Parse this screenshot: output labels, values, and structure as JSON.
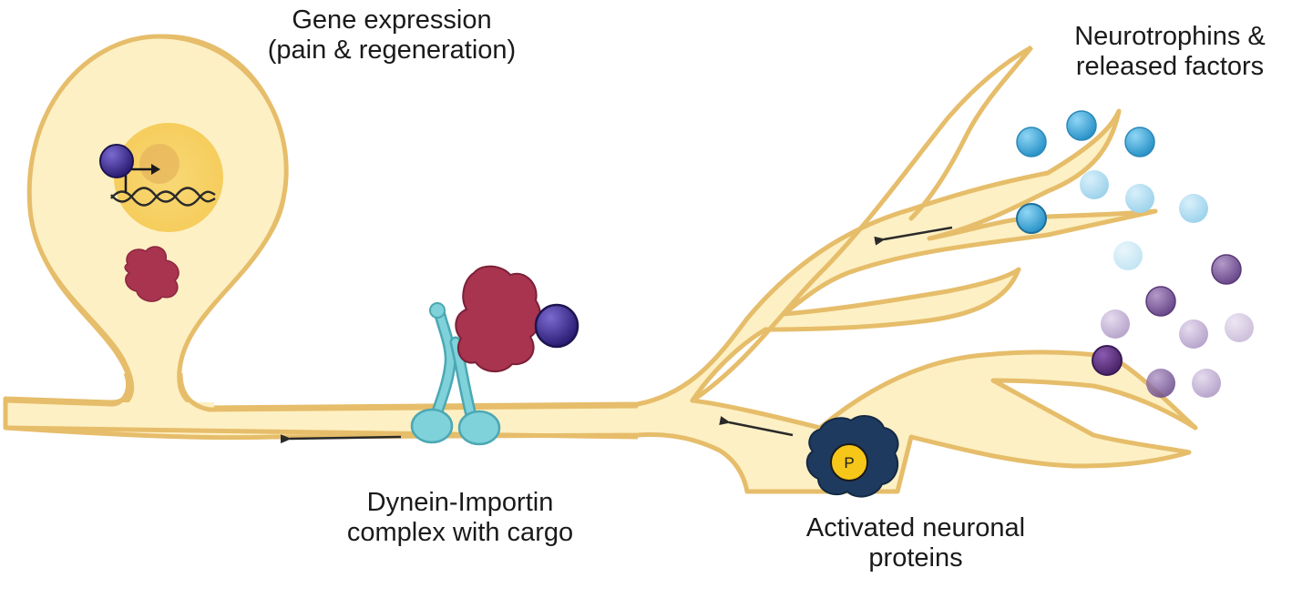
{
  "labels": {
    "gene_expression": {
      "line1": "Gene expression",
      "line2": "(pain & regeneration)"
    },
    "neurotrophins": {
      "line1": "Neurotrophins &",
      "line2": "released factors"
    },
    "dynein": {
      "line1": "Dynein-Importin",
      "line2": "complex with cargo"
    },
    "activated": {
      "line1": "Activated neuronal",
      "line2": "proteins"
    },
    "phospho_symbol": "P"
  },
  "colors": {
    "neuron_fill": "#fdf0c4",
    "neuron_outline": "#e6bd6a",
    "nucleus": "#f7d36b",
    "nucleolus": "#e9b95e",
    "cargo_protein": "#a8344f",
    "importin_ball": "#3b2a8a",
    "dynein": "#6cc5cf",
    "activated_protein": "#1e3a5f",
    "phospho_badge": "#f6c619",
    "factor_blue": "#3aa9d8",
    "factor_purple": "#7d5a9a",
    "arrow": "#2a2a2a"
  },
  "icons": [
    "nucleus-icon",
    "dna-helix-icon",
    "transcription-arrow-icon",
    "dynein-motor-icon",
    "cargo-protein-icon",
    "importin-ball-icon",
    "phospho-badge-icon",
    "neurotrophin-dot-icon"
  ]
}
